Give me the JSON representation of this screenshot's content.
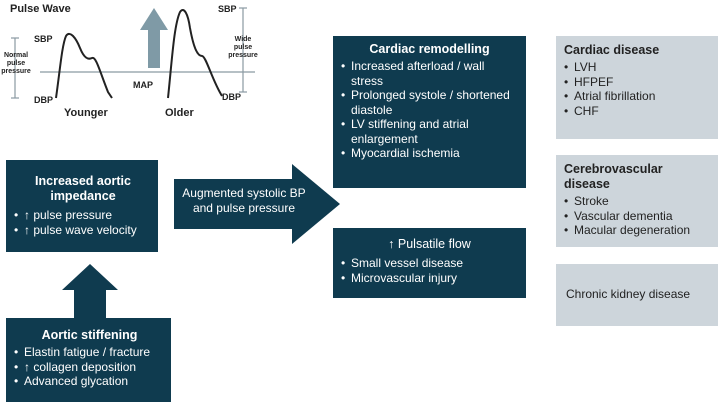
{
  "pulse_wave": {
    "title": "Pulse Wave",
    "sbp_left": "SBP",
    "dbp_left": "DBP",
    "normal_pp": "Normal pulse pressure",
    "map": "MAP",
    "younger": "Younger",
    "older": "Older",
    "sbp_right": "SBP",
    "dbp_right": "DBP",
    "wide_pp": "Wide pulse pressure"
  },
  "impedance": {
    "title": "Increased aortic impedance",
    "items": [
      "↑ pulse pressure",
      "↑ pulse wave velocity"
    ]
  },
  "stiffening": {
    "title": "Aortic stiffening",
    "items": [
      "Elastin fatigue / fracture",
      "↑ collagen deposition",
      "Advanced glycation"
    ]
  },
  "augmented": {
    "text": "Augmented systolic BP and pulse pressure"
  },
  "remodelling": {
    "title": "Cardiac remodelling",
    "items": [
      "Increased afterload / wall stress",
      "Prolonged systole / shortened diastole",
      "LV stiffening and atrial enlargement",
      "Myocardial ischemia"
    ]
  },
  "pulsatile": {
    "title": "↑ Pulsatile flow",
    "items": [
      "Small vessel disease",
      "Microvascular injury"
    ]
  },
  "cardiac_disease": {
    "title": "Cardiac disease",
    "items": [
      "LVH",
      "HFPEF",
      "Atrial fibrillation",
      "CHF"
    ]
  },
  "cerebro": {
    "title": "Cerebrovascular disease",
    "items": [
      "Stroke",
      "Vascular dementia",
      "Macular degeneration"
    ]
  },
  "ckd": {
    "text": "Chronic kidney disease"
  },
  "colors": {
    "dark_box": "#0f3b4f",
    "grey_box": "#cdd5db",
    "arrow_grey": "#7f9aa6"
  }
}
